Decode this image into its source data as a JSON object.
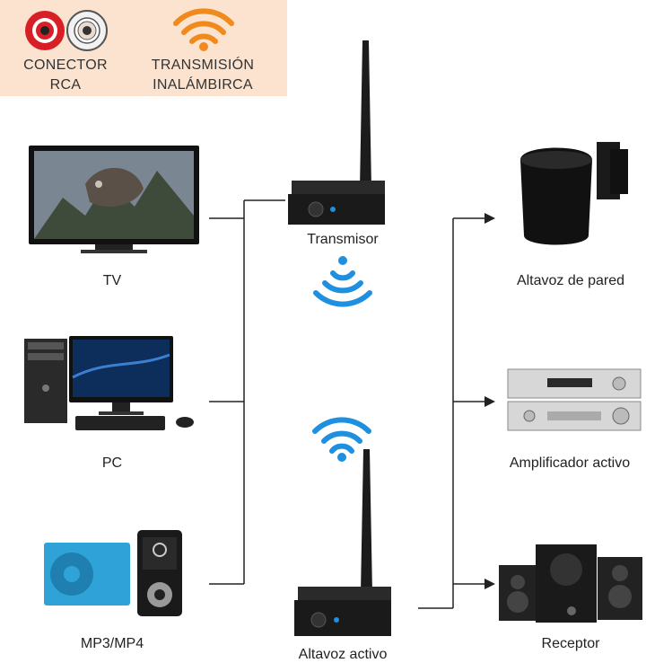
{
  "legend": {
    "rca_label_line1": "CONECTOR",
    "rca_label_line2": "RCA",
    "wireless_label_line1": "TRANSMISIÓN",
    "wireless_label_line2": "INALÁMBIRCA",
    "rca_colors": [
      "#d81f26",
      "#f2f2f2"
    ],
    "wireless_color": "#f08a1c"
  },
  "sources": [
    {
      "label": "TV",
      "icon": "tv-icon"
    },
    {
      "label": "PC",
      "icon": "pc-icon"
    },
    {
      "label": "MP3/MP4",
      "icon": "mp3-player-icon"
    }
  ],
  "devices": {
    "transmitter_label": "Transmisor",
    "receiver_label": "Altavoz activo",
    "wifi_color": "#1f8fe0"
  },
  "outputs": [
    {
      "label": "Altavoz de pared",
      "icon": "wall-speaker-icon"
    },
    {
      "label": "Amplificador activo",
      "icon": "amplifier-icon"
    },
    {
      "label": "Receptor",
      "icon": "speaker-system-icon"
    }
  ]
}
